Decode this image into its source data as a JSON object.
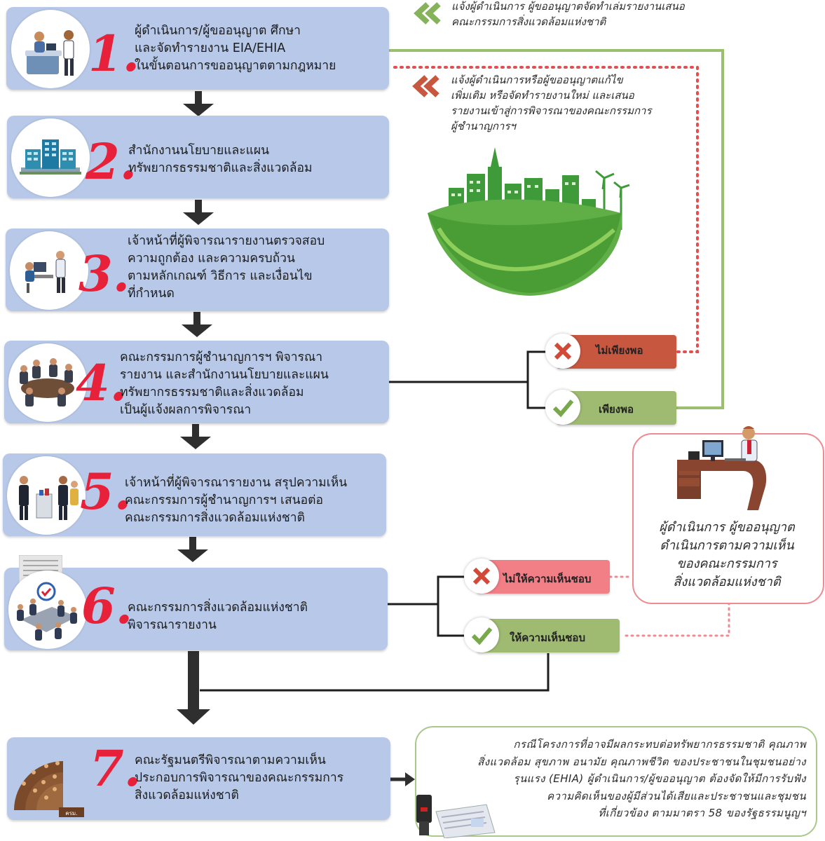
{
  "steps": [
    {
      "num": "1.",
      "lines": [
        "ผู้ดำเนินการ/ผู้ขออนุญาต ศึกษา",
        "และจัดทำรายงาน EIA/EHIA",
        "ในขั้นตอนการขออนุญาตตามกฎหมาย"
      ]
    },
    {
      "num": "2.",
      "lines": [
        "สำนักงานนโยบายและแผน",
        "ทรัพยากรธรรมชาติและสิ่งแวดล้อม"
      ]
    },
    {
      "num": "3.",
      "lines": [
        "เจ้าหน้าที่ผู้พิจารณารายงานตรวจสอบ",
        "ความถูกต้อง และความครบถ้วน",
        "ตามหลักเกณฑ์ วิธีการ และเงื่อนไข",
        "ที่กำหนด"
      ]
    },
    {
      "num": "4.",
      "lines": [
        "คณะกรรมการผู้ชำนาญการฯ พิจารณา",
        "รายงาน และสำนักงานนโยบายและแผน",
        "ทรัพยากรธรรมชาติและสิ่งแวดล้อม",
        "เป็นผู้แจ้งผลการพิจารณา"
      ]
    },
    {
      "num": "5.",
      "lines": [
        "เจ้าหน้าที่ผู้พิจารณารายงาน สรุปความเห็น",
        "คณะกรรมการผู้ชำนาญการฯ เสนอต่อ",
        "คณะกรรมการสิ่งแวดล้อมแห่งชาติ"
      ]
    },
    {
      "num": "6.",
      "lines": [
        "คณะกรรมการสิ่งแวดล้อมแห่งชาติ",
        "พิจารณารายงาน"
      ]
    },
    {
      "num": "7.",
      "lines": [
        "คณะรัฐมนตรีพิจารณาตามความเห็น",
        "ประกอบการพิจารณาของคณะกรรมการ",
        "สิ่งแวดล้อมแห่งชาติ"
      ]
    }
  ],
  "notices": {
    "top": [
      "แจ้งผู้ดำเนินการ ผู้ขออนุญาตจัดทำเล่มรายงานเสนอ",
      "คณะกรรมการสิ่งแวดล้อมแห่งชาติ"
    ],
    "revise": [
      "แจ้งผู้ดำเนินการหรือผู้ขออนุญาตแก้ไข",
      "เพิ่มเติม หรือจัดทำรายงานใหม่ และเสนอ",
      "รายงานเข้าสู่การพิจารณาของคณะกรรมการ",
      "ผู้ชำนาญการฯ"
    ]
  },
  "decisions": {
    "insufficient": "ไม่เพียงพอ",
    "sufficient": "เพียงพอ",
    "disapprove": "ไม่ให้ความเห็นชอบ",
    "approve": "ให้ความเห็นชอบ"
  },
  "operator_box": [
    "ผู้ดำเนินการ ผู้ขออนุญาต",
    "ดำเนินการตามความเห็น",
    "ของคณะกรรมการ",
    "สิ่งแวดล้อมแห่งชาติ"
  ],
  "cabinet_sign": "ครม.",
  "ehia_note": [
    "กรณีโครงการที่อาจมีผลกระทบต่อทรัพยากรธรรมชาติ คุณภาพ",
    "สิ่งแวดล้อม สุขภาพ อนามัย คุณภาพชีวิต ของประชาชนในชุมชนอย่าง",
    "รุนแรง (EHIA) ผู้ดำเนินการ/ผู้ขออนุญาต ต้องจัดให้มีการรับฟัง",
    "ความคิดเห็นของผู้มีส่วนได้เสียและประชาชนและชุมชน",
    "ที่เกี่ยวข้อง ตามมาตรา 58 ของรัฐธรรมนูญฯ"
  ],
  "colors": {
    "step_fill": "#b7c8e8",
    "accent_red": "#e8213a",
    "insufficient": "#c8573f",
    "sufficient": "#9fbb72",
    "disapprove": "#f27e86",
    "flow_green": "#9cbf6e",
    "dotted_red": "#e05050"
  }
}
